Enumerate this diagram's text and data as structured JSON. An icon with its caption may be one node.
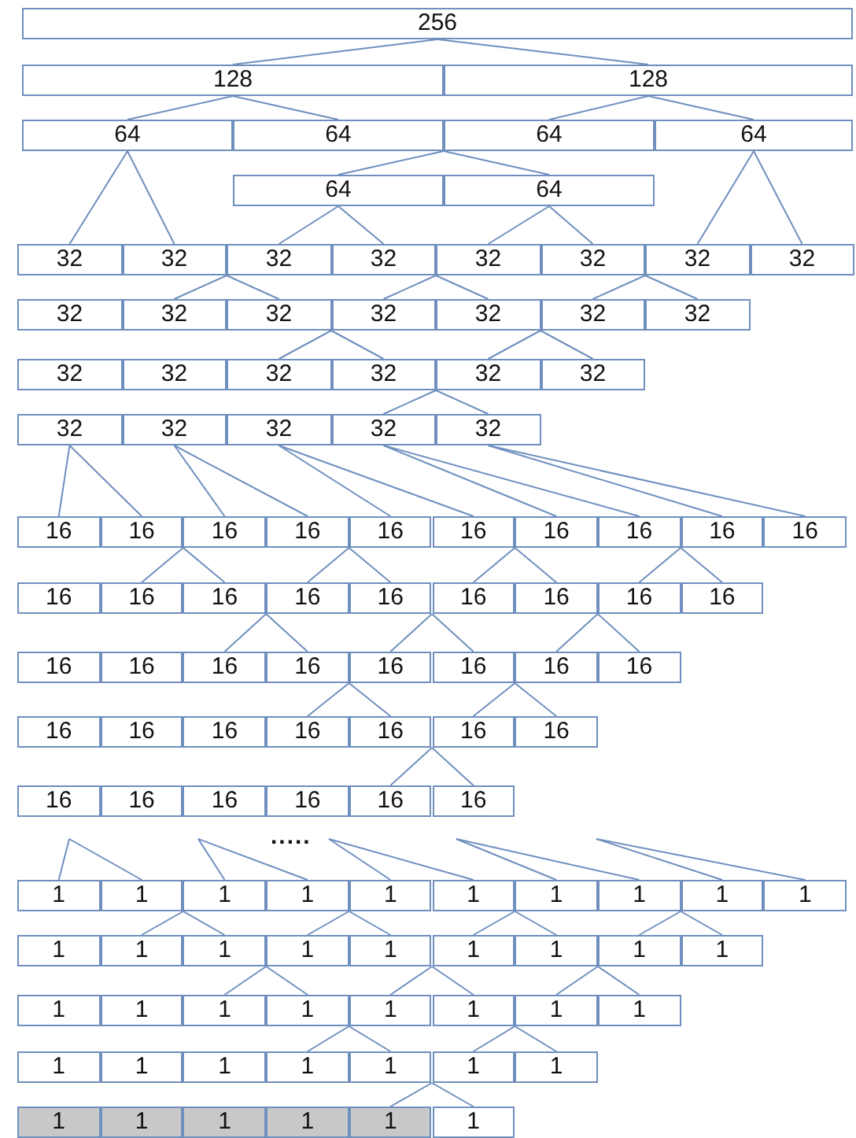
{
  "diagram": {
    "nodes": [
      {
        "text": [
          "256"
        ]
      },
      {
        "text": [
          "128"
        ]
      },
      {
        "text": [
          "128"
        ]
      },
      {
        "text": [
          "64"
        ]
      },
      {
        "text": [
          "64"
        ]
      },
      {
        "text": [
          "64"
        ]
      },
      {
        "text": [
          "64"
        ]
      },
      {
        "text": [
          "64"
        ]
      },
      {
        "text": [
          "64"
        ]
      },
      {
        "text": [
          "32"
        ]
      },
      {
        "text": [
          "32"
        ]
      },
      {
        "text": [
          "32"
        ]
      },
      {
        "text": [
          "32"
        ]
      },
      {
        "text": [
          "32"
        ]
      },
      {
        "text": [
          "32"
        ]
      },
      {
        "text": [
          "32"
        ]
      },
      {
        "text": [
          "32"
        ]
      },
      {
        "text": [
          "32"
        ]
      },
      {
        "text": [
          "32"
        ]
      },
      {
        "text": [
          "32"
        ]
      },
      {
        "text": [
          "32"
        ]
      },
      {
        "text": [
          "32"
        ]
      },
      {
        "text": [
          "32"
        ]
      },
      {
        "text": [
          "32"
        ]
      },
      {
        "text": [
          "32"
        ]
      },
      {
        "text": [
          "32"
        ]
      },
      {
        "text": [
          "32"
        ]
      },
      {
        "text": [
          "32"
        ]
      },
      {
        "text": [
          "32"
        ]
      },
      {
        "text": [
          "32"
        ]
      },
      {
        "text": [
          "32"
        ]
      },
      {
        "text": [
          "32"
        ]
      },
      {
        "text": [
          "32"
        ]
      },
      {
        "text": [
          "32"
        ]
      },
      {
        "text": [
          "32"
        ]
      },
      {
        "text": [
          "16"
        ]
      },
      {
        "text": [
          "16"
        ]
      },
      {
        "text": [
          "16"
        ]
      },
      {
        "text": [
          "16"
        ]
      },
      {
        "text": [
          "16"
        ]
      },
      {
        "text": [
          "16"
        ]
      },
      {
        "text": [
          "16"
        ]
      },
      {
        "text": [
          "16"
        ]
      },
      {
        "text": [
          "16"
        ]
      },
      {
        "text": [
          "16"
        ]
      },
      {
        "text": [
          "16"
        ]
      },
      {
        "text": [
          "16"
        ]
      },
      {
        "text": [
          "16"
        ]
      },
      {
        "text": [
          "16"
        ]
      },
      {
        "text": [
          "16"
        ]
      },
      {
        "text": [
          "16"
        ]
      },
      {
        "text": [
          "16"
        ]
      },
      {
        "text": [
          "16"
        ]
      },
      {
        "text": [
          "16"
        ]
      },
      {
        "text": [
          "16"
        ]
      },
      {
        "text": [
          "16"
        ]
      },
      {
        "text": [
          "16"
        ]
      },
      {
        "text": [
          "16"
        ]
      },
      {
        "text": [
          "16"
        ]
      },
      {
        "text": [
          "16"
        ]
      },
      {
        "text": [
          "16"
        ]
      },
      {
        "text": [
          "16"
        ]
      },
      {
        "text": [
          "16"
        ]
      },
      {
        "text": [
          "16"
        ]
      },
      {
        "text": [
          "16"
        ]
      },
      {
        "text": [
          "16"
        ]
      },
      {
        "text": [
          "16"
        ]
      },
      {
        "text": [
          "16"
        ]
      },
      {
        "text": [
          "16"
        ]
      },
      {
        "text": [
          "16"
        ]
      },
      {
        "text": [
          "16"
        ]
      },
      {
        "text": [
          "16"
        ]
      },
      {
        "text": [
          "16"
        ]
      },
      {
        "text": [
          "16"
        ]
      },
      {
        "text": [
          "16"
        ]
      },
      {
        "text": [
          "1"
        ]
      },
      {
        "text": [
          "1"
        ]
      },
      {
        "text": [
          "1"
        ]
      },
      {
        "text": [
          "1"
        ]
      },
      {
        "text": [
          "1"
        ]
      },
      {
        "text": [
          "1"
        ]
      },
      {
        "text": [
          "1"
        ]
      },
      {
        "text": [
          "1"
        ]
      },
      {
        "text": [
          "1"
        ]
      },
      {
        "text": [
          "1"
        ]
      },
      {
        "text": [
          "1"
        ]
      },
      {
        "text": [
          "1"
        ]
      },
      {
        "text": [
          "1"
        ]
      },
      {
        "text": [
          "1"
        ]
      },
      {
        "text": [
          "1"
        ]
      },
      {
        "text": [
          "1"
        ]
      },
      {
        "text": [
          "1"
        ]
      },
      {
        "text": [
          "1"
        ]
      },
      {
        "text": [
          "1"
        ]
      },
      {
        "text": [
          "1"
        ]
      },
      {
        "text": [
          "1"
        ]
      },
      {
        "text": [
          "1"
        ]
      },
      {
        "text": [
          "1"
        ]
      },
      {
        "text": [
          "1"
        ]
      },
      {
        "text": [
          "1"
        ]
      },
      {
        "text": [
          "1"
        ]
      },
      {
        "text": [
          "1"
        ]
      },
      {
        "text": [
          "1"
        ]
      },
      {
        "text": [
          "1"
        ]
      },
      {
        "text": [
          "1"
        ]
      },
      {
        "text": [
          "1"
        ]
      },
      {
        "text": [
          "1"
        ]
      },
      {
        "text": [
          "1"
        ]
      },
      {
        "text": [
          "1"
        ]
      },
      {
        "text": [
          "1"
        ]
      },
      {
        "text": [
          "1"
        ]
      },
      {
        "text": [
          "1"
        ]
      },
      {
        "text": [
          "1"
        ]
      },
      {
        "text": [
          "1"
        ]
      },
      {
        "text": [
          "1"
        ]
      }
    ],
    "edges": [
      {
        "from": 0,
        "to": 1,
        "arrow": "none"
      },
      {
        "from": 0,
        "to": 2,
        "arrow": "none"
      },
      {
        "from": 1,
        "to": 3,
        "arrow": "none"
      },
      {
        "from": 1,
        "to": 4,
        "arrow": "none"
      },
      {
        "from": 2,
        "to": 5,
        "arrow": "none"
      },
      {
        "from": 2,
        "to": 6,
        "arrow": "none"
      },
      {
        "from": 4,
        "to": 7,
        "arrow": "none"
      },
      {
        "from": 4,
        "to": 8,
        "arrow": "none"
      },
      {
        "from": 3,
        "to": 9,
        "arrow": "none"
      },
      {
        "from": 3,
        "to": 10,
        "arrow": "none"
      },
      {
        "from": 7,
        "to": 11,
        "arrow": "none"
      },
      {
        "from": 7,
        "to": 12,
        "arrow": "none"
      },
      {
        "from": 8,
        "to": 13,
        "arrow": "none"
      },
      {
        "from": 8,
        "to": 14,
        "arrow": "none"
      },
      {
        "from": 6,
        "to": 15,
        "arrow": "none"
      },
      {
        "from": 6,
        "to": 16,
        "arrow": "none"
      },
      {
        "from": 10,
        "to": 18,
        "arrow": "none"
      },
      {
        "from": 10,
        "to": 19,
        "arrow": "none"
      },
      {
        "from": 12,
        "to": 20,
        "arrow": "none"
      },
      {
        "from": 12,
        "to": 21,
        "arrow": "none"
      },
      {
        "from": 14,
        "to": 22,
        "arrow": "none"
      },
      {
        "from": 14,
        "to": 23,
        "arrow": "none"
      },
      {
        "from": 19,
        "to": 26,
        "arrow": "none"
      },
      {
        "from": 19,
        "to": 27,
        "arrow": "none"
      },
      {
        "from": 21,
        "to": 28,
        "arrow": "none"
      },
      {
        "from": 21,
        "to": 29,
        "arrow": "none"
      },
      {
        "from": 27,
        "to": 33,
        "arrow": "none"
      },
      {
        "from": 27,
        "to": 34,
        "arrow": "none"
      },
      {
        "from": 30,
        "to": 35,
        "arrow": "none"
      },
      {
        "from": 30,
        "to": 36,
        "arrow": "none"
      },
      {
        "from": 31,
        "to": 37,
        "arrow": "none"
      },
      {
        "from": 31,
        "to": 38,
        "arrow": "none"
      },
      {
        "from": 32,
        "to": 39,
        "arrow": "none"
      },
      {
        "from": 32,
        "to": 40,
        "arrow": "none"
      },
      {
        "from": 33,
        "to": 41,
        "arrow": "none"
      },
      {
        "from": 33,
        "to": 42,
        "arrow": "none"
      },
      {
        "from": 34,
        "to": 43,
        "arrow": "none"
      },
      {
        "from": 34,
        "to": 44,
        "arrow": "none"
      },
      {
        "from": 36,
        "to": 46,
        "arrow": "none"
      },
      {
        "from": 36,
        "to": 47,
        "arrow": "none"
      },
      {
        "from": 38,
        "to": 48,
        "arrow": "none"
      },
      {
        "from": 38,
        "to": 49,
        "arrow": "none"
      },
      {
        "from": 40,
        "to": 50,
        "arrow": "none"
      },
      {
        "from": 40,
        "to": 51,
        "arrow": "none"
      },
      {
        "from": 42,
        "to": 52,
        "arrow": "none"
      },
      {
        "from": 42,
        "to": 53,
        "arrow": "none"
      },
      {
        "from": 47,
        "to": 56,
        "arrow": "none"
      },
      {
        "from": 47,
        "to": 57,
        "arrow": "none"
      },
      {
        "from": 49,
        "to": 58,
        "arrow": "none"
      },
      {
        "from": 49,
        "to": 59,
        "arrow": "none"
      },
      {
        "from": 51,
        "to": 60,
        "arrow": "none"
      },
      {
        "from": 51,
        "to": 61,
        "arrow": "none"
      },
      {
        "from": 57,
        "to": 65,
        "arrow": "none"
      },
      {
        "from": 57,
        "to": 66,
        "arrow": "none"
      },
      {
        "from": 59,
        "to": 67,
        "arrow": "none"
      },
      {
        "from": 59,
        "to": 68,
        "arrow": "none"
      },
      {
        "from": 66,
        "to": 73,
        "arrow": "none"
      },
      {
        "from": 66,
        "to": 74,
        "arrow": "none"
      },
      {
        "from": null,
        "to": 75,
        "arrow": "none"
      },
      {
        "from": null,
        "to": 76,
        "arrow": "none"
      },
      {
        "from": null,
        "to": 77,
        "arrow": "none"
      },
      {
        "from": null,
        "to": 78,
        "arrow": "none"
      },
      {
        "from": null,
        "to": 79,
        "arrow": "none"
      },
      {
        "from": null,
        "to": 80,
        "arrow": "none"
      },
      {
        "from": null,
        "to": 81,
        "arrow": "none"
      },
      {
        "from": null,
        "to": 82,
        "arrow": "none"
      },
      {
        "from": null,
        "to": 83,
        "arrow": "none"
      },
      {
        "from": null,
        "to": 84,
        "arrow": "none"
      },
      {
        "from": 76,
        "to": 86,
        "arrow": "none"
      },
      {
        "from": 76,
        "to": 87,
        "arrow": "none"
      },
      {
        "from": 78,
        "to": 88,
        "arrow": "none"
      },
      {
        "from": 78,
        "to": 89,
        "arrow": "none"
      },
      {
        "from": 80,
        "to": 90,
        "arrow": "none"
      },
      {
        "from": 80,
        "to": 91,
        "arrow": "none"
      },
      {
        "from": 82,
        "to": 92,
        "arrow": "none"
      },
      {
        "from": 82,
        "to": 93,
        "arrow": "none"
      },
      {
        "from": 87,
        "to": 96,
        "arrow": "none"
      },
      {
        "from": 87,
        "to": 97,
        "arrow": "none"
      },
      {
        "from": 89,
        "to": 98,
        "arrow": "none"
      },
      {
        "from": 89,
        "to": 99,
        "arrow": "none"
      },
      {
        "from": 91,
        "to": 100,
        "arrow": "none"
      },
      {
        "from": 91,
        "to": 101,
        "arrow": "none"
      },
      {
        "from": 97,
        "to": 105,
        "arrow": "none"
      },
      {
        "from": 97,
        "to": 106,
        "arrow": "none"
      },
      {
        "from": 99,
        "to": 107,
        "arrow": "none"
      },
      {
        "from": 99,
        "to": 108,
        "arrow": "none"
      },
      {
        "from": 106,
        "to": 113,
        "arrow": "none"
      },
      {
        "from": 106,
        "to": 114,
        "arrow": "none"
      }
    ],
    "labels": [
      "....."
    ]
  }
}
